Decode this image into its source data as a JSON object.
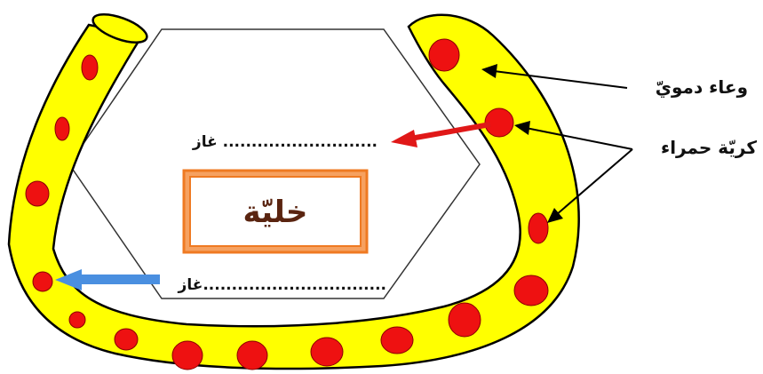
{
  "labels": {
    "vessel": "وعاء دمويّ",
    "red_cell": "كريّة حمراء",
    "cell": "خليّة",
    "gas_top": "غاز ...........................",
    "gas_bottom": "غاز................................"
  },
  "colors": {
    "vessel_fill": "#ffff00",
    "vessel_outline": "#000000",
    "red_cell": "#ee1111",
    "red_arrow": "#e01818",
    "blue_arrow": "#4a8fe0",
    "cell_frame": "#ef7a22",
    "cell_fill": "#ffffff",
    "cell_text": "#5a2410"
  },
  "icons": {
    "red_arrow": "arrow-left-icon",
    "blue_arrow": "arrow-left-icon"
  }
}
